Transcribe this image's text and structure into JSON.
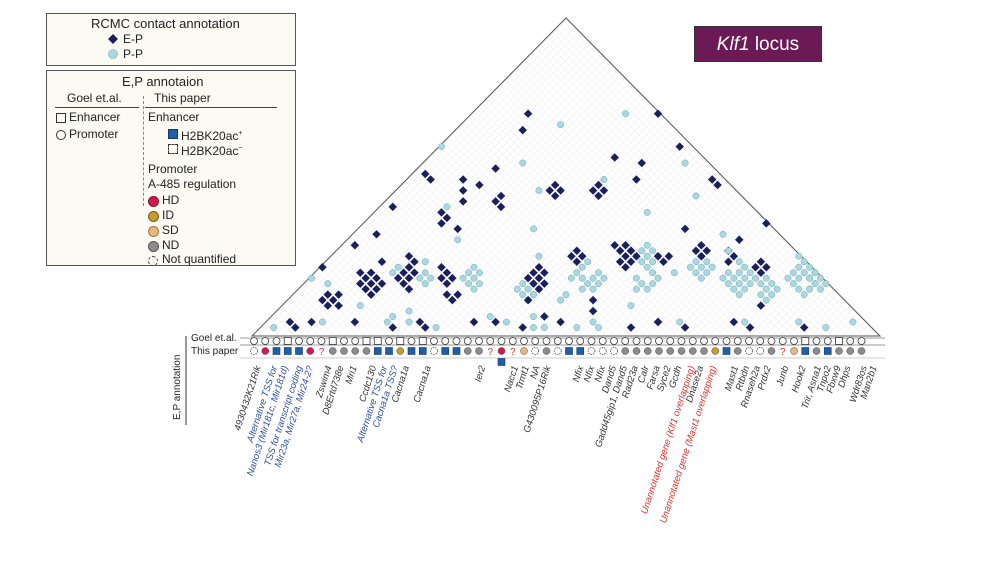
{
  "title": {
    "gene": "Klf1",
    "suffix": " locus"
  },
  "legend1": {
    "title": "RCMC contact annotation",
    "items": [
      {
        "label": "E-P",
        "color": "#1b1f5e"
      },
      {
        "label": "P-P",
        "color": "#a9d8e0"
      }
    ]
  },
  "legend2": {
    "title": "E,P annotaion",
    "goel_header": "Goel et.al.",
    "this_header": "This paper",
    "goel_items": [
      "Enhancer",
      "Promoter"
    ],
    "enhancer_header": "Enhancer",
    "enh_pos": "H2BK20ac",
    "enh_pos_sup": "+",
    "enh_neg": "H2BK20ac",
    "enh_neg_sup": "−",
    "promoter_header": "Promoter",
    "regulation_header": "A-485 regulation",
    "reg_items": [
      {
        "label": "HD",
        "color": "#d6164f"
      },
      {
        "label": "ID",
        "color": "#c99a2e"
      },
      {
        "label": "SD",
        "color": "#e9b77b"
      },
      {
        "label": "ND",
        "color": "#8c8c8c"
      },
      {
        "label": "Not quantified",
        "color": "none"
      }
    ]
  },
  "rows": {
    "goel": "Goel et.al.",
    "this": "This paper",
    "side": "E,P annotation"
  },
  "colors": {
    "ep": "#1b1f5e",
    "pp": "#a9d8e0",
    "enh": "#1f5fa8",
    "blue_text": "#2d4fa3",
    "red_text": "#e0312e"
  },
  "goel_row": [
    "P",
    "P",
    "P",
    "E",
    "P",
    "P",
    "P",
    "E",
    "P",
    "P",
    "E",
    "E",
    "P",
    "E",
    "P",
    "E",
    "P",
    "P",
    "P",
    "P",
    "P",
    "P",
    "P",
    "P",
    "P",
    "P",
    "P",
    "P",
    "P",
    "P",
    "P",
    "P",
    "P",
    "P",
    "P",
    "P",
    "P",
    "P",
    "P",
    "P",
    "P",
    "P",
    "P",
    "P",
    "P",
    "P",
    "P",
    "P",
    "P",
    "E",
    "P",
    "P",
    "E",
    "P",
    "P"
  ],
  "this_row": [
    "NQ",
    "HD",
    "E+",
    "E+",
    "E+",
    "HD",
    "Q",
    "ND",
    "ND",
    "ND",
    "ND",
    "E+",
    "E+",
    "ID",
    "E+",
    "E+",
    "NQ",
    "E+",
    "E+",
    "ND",
    "ND",
    "Q",
    "HD",
    "Q",
    "SD",
    "NQ",
    "ND",
    "NQ",
    "E+",
    "E+",
    "NQ",
    "NQ",
    "NQ",
    "ND",
    "ND",
    "ND",
    "ND",
    "ND",
    "ND",
    "ND",
    "ND",
    "ID",
    "E+",
    "ND",
    "NQ",
    "NQ",
    "ND",
    "Q",
    "SD",
    "E+",
    "ND",
    "E+",
    "ND",
    "ND",
    "ND"
  ],
  "extra_marks": [
    {
      "index": 22,
      "mark": "E+"
    }
  ],
  "gene_labels": [
    {
      "text": "4930432K21Rik",
      "pos": 1,
      "color": "dark"
    },
    {
      "text": "Alternative TSS for",
      "pos": 2.5,
      "color": "blue"
    },
    {
      "text": "Nanos3 (Mir181c, Mir181d)",
      "pos": 3.5,
      "color": "blue"
    },
    {
      "text": "TSS for transcript coding",
      "pos": 4.8,
      "color": "blue"
    },
    {
      "text": "Mir23a, Mir27a, Mir24-2?",
      "pos": 5.8,
      "color": "blue"
    },
    {
      "text": "Zswim4",
      "pos": 7.5,
      "color": "dark"
    },
    {
      "text": "D8Ertd738e",
      "pos": 8.6,
      "color": "dark"
    },
    {
      "text": "Mri1",
      "pos": 9.8,
      "color": "dark"
    },
    {
      "text": "Ccdc130",
      "pos": 11.6,
      "color": "dark"
    },
    {
      "text": "Alternative TSS for",
      "pos": 12.6,
      "color": "blue"
    },
    {
      "text": "Cacna1a TSS?",
      "pos": 13.6,
      "color": "blue"
    },
    {
      "text": "Cacna1a",
      "pos": 14.6,
      "color": "dark"
    },
    {
      "text": "Cacna1a",
      "pos": 16.6,
      "color": "dark"
    },
    {
      "text": "Ier2",
      "pos": 21.6,
      "color": "dark"
    },
    {
      "text": "Nacc1",
      "pos": 24.6,
      "color": "dark"
    },
    {
      "text": "Trmt1",
      "pos": 25.6,
      "color": "dark"
    },
    {
      "text": "NA",
      "pos": 26.6,
      "color": "dark"
    },
    {
      "text": "G430095P16Rik",
      "pos": 27.6,
      "color": "dark"
    },
    {
      "text": "Nfix",
      "pos": 30.6,
      "color": "dark"
    },
    {
      "text": "Nfix",
      "pos": 31.6,
      "color": "dark"
    },
    {
      "text": "Nfix",
      "pos": 32.6,
      "color": "dark"
    },
    {
      "text": "Dand5",
      "pos": 33.6,
      "color": "dark"
    },
    {
      "text": "Gadd45gip1, Dand5",
      "pos": 34.6,
      "color": "dark"
    },
    {
      "text": "Rad23a",
      "pos": 35.6,
      "color": "dark"
    },
    {
      "text": "Calr",
      "pos": 36.6,
      "color": "dark"
    },
    {
      "text": "Farsa",
      "pos": 37.6,
      "color": "dark"
    },
    {
      "text": "Syce2",
      "pos": 38.6,
      "color": "dark"
    },
    {
      "text": "Gcdh",
      "pos": 39.6,
      "color": "dark"
    },
    {
      "text": "Unannotated gene (Klf1 overlapping)",
      "pos": 40.8,
      "color": "red"
    },
    {
      "text": "Dnase2a",
      "pos": 41.6,
      "color": "dark"
    },
    {
      "text": "Unannotated gene (Mast1 overlapping)",
      "pos": 42.8,
      "color": "red"
    },
    {
      "text": "Mast1",
      "pos": 44.8,
      "color": "dark"
    },
    {
      "text": "Rtbdn",
      "pos": 45.8,
      "color": "dark"
    },
    {
      "text": "Rnaseh2a",
      "pos": 46.8,
      "color": "dark"
    },
    {
      "text": "Prdx2",
      "pos": 47.8,
      "color": "dark"
    },
    {
      "text": "Junb",
      "pos": 49.4,
      "color": "dark"
    },
    {
      "text": "Hook2",
      "pos": 51.0,
      "color": "dark"
    },
    {
      "text": "Trir, Asna1",
      "pos": 52.4,
      "color": "dark"
    },
    {
      "text": "Tnpo2",
      "pos": 53.3,
      "color": "dark"
    },
    {
      "text": "Fbxw9",
      "pos": 54.2,
      "color": "dark"
    },
    {
      "text": "Dhps",
      "pos": 55.1,
      "color": "dark"
    },
    {
      "text": "Wdr83os",
      "pos": 56.6,
      "color": "dark"
    },
    {
      "text": "Man2b1",
      "pos": 57.5,
      "color": "dark"
    }
  ]
}
